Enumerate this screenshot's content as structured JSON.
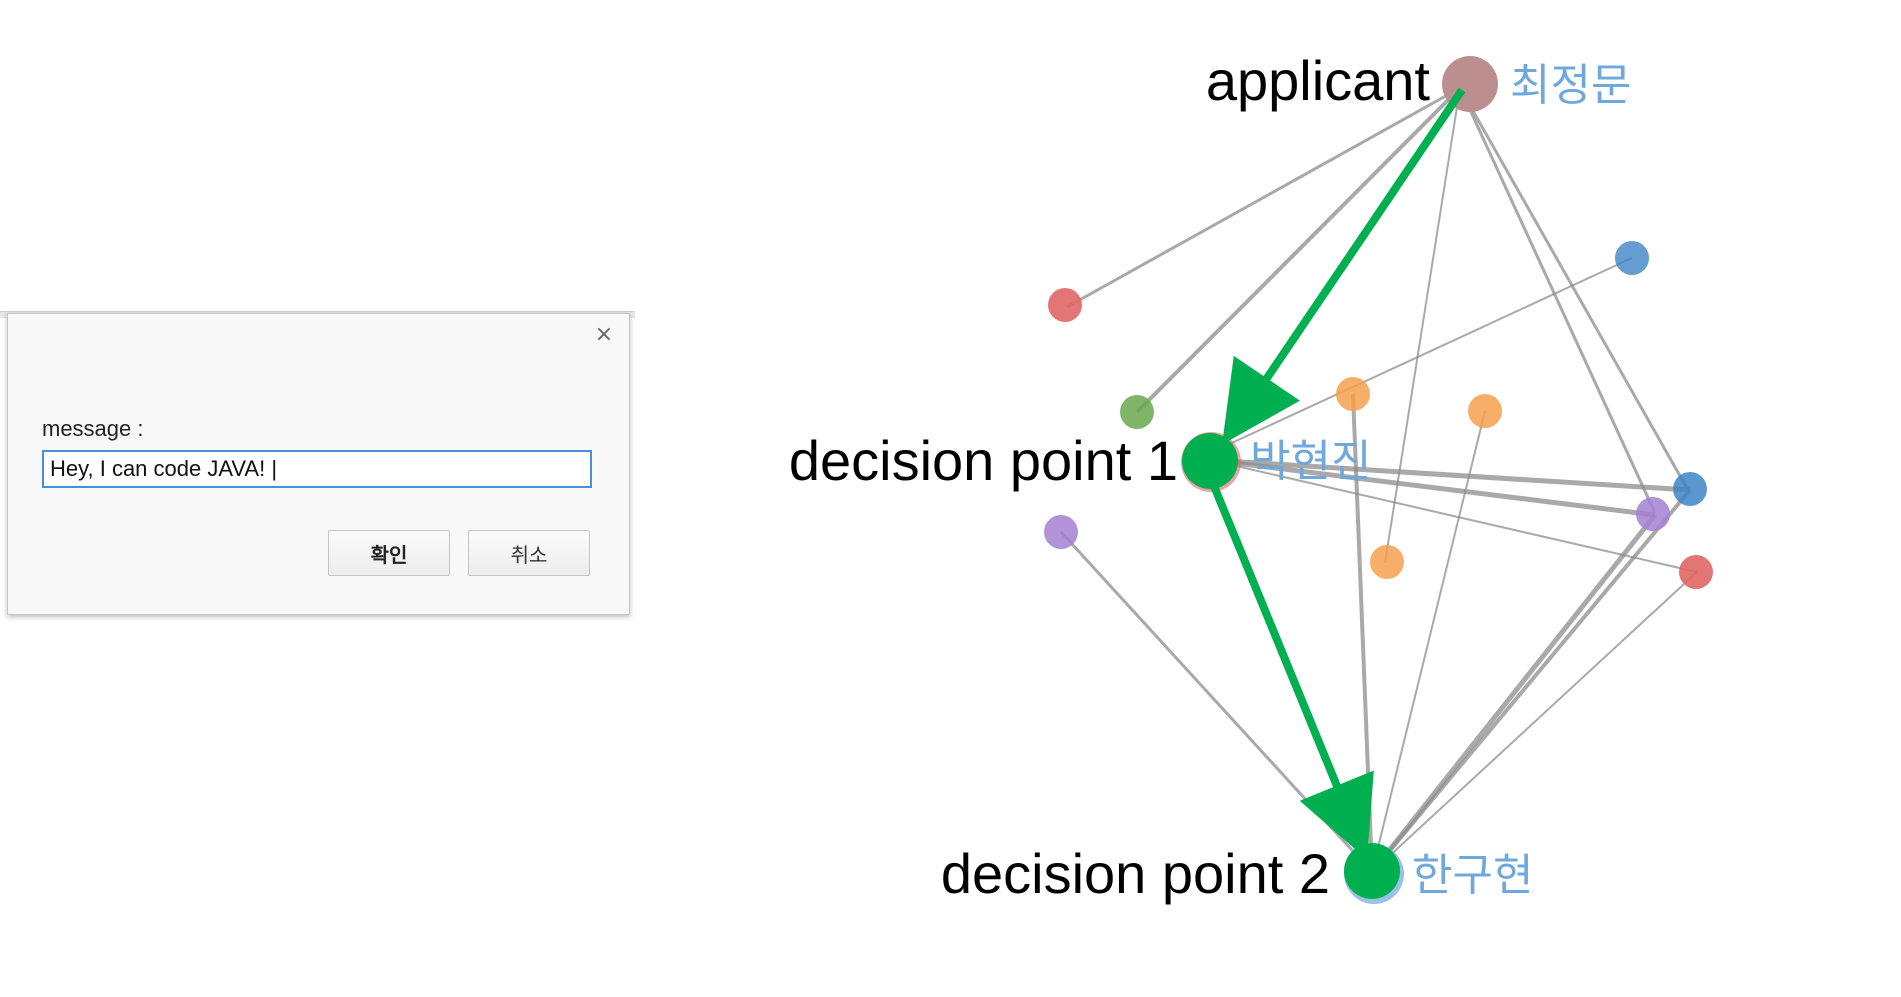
{
  "dialog": {
    "title": "",
    "close_glyph": "×",
    "message_label": "message :",
    "input_value": "Hey, I can code JAVA! |",
    "ok_label": "확인",
    "cancel_label": "취소"
  },
  "graph": {
    "labels": {
      "applicant": "applicant",
      "decision1": "decision point 1",
      "decision2": "decision point 2",
      "name_top": "최정문",
      "name_mid": "박현진",
      "name_bottom": "한구현"
    },
    "colors": {
      "path": "#00b050",
      "edge": "#8c8c8c",
      "applicant_node": "#bc8f8f",
      "name_text": "#6fa8dc"
    }
  }
}
